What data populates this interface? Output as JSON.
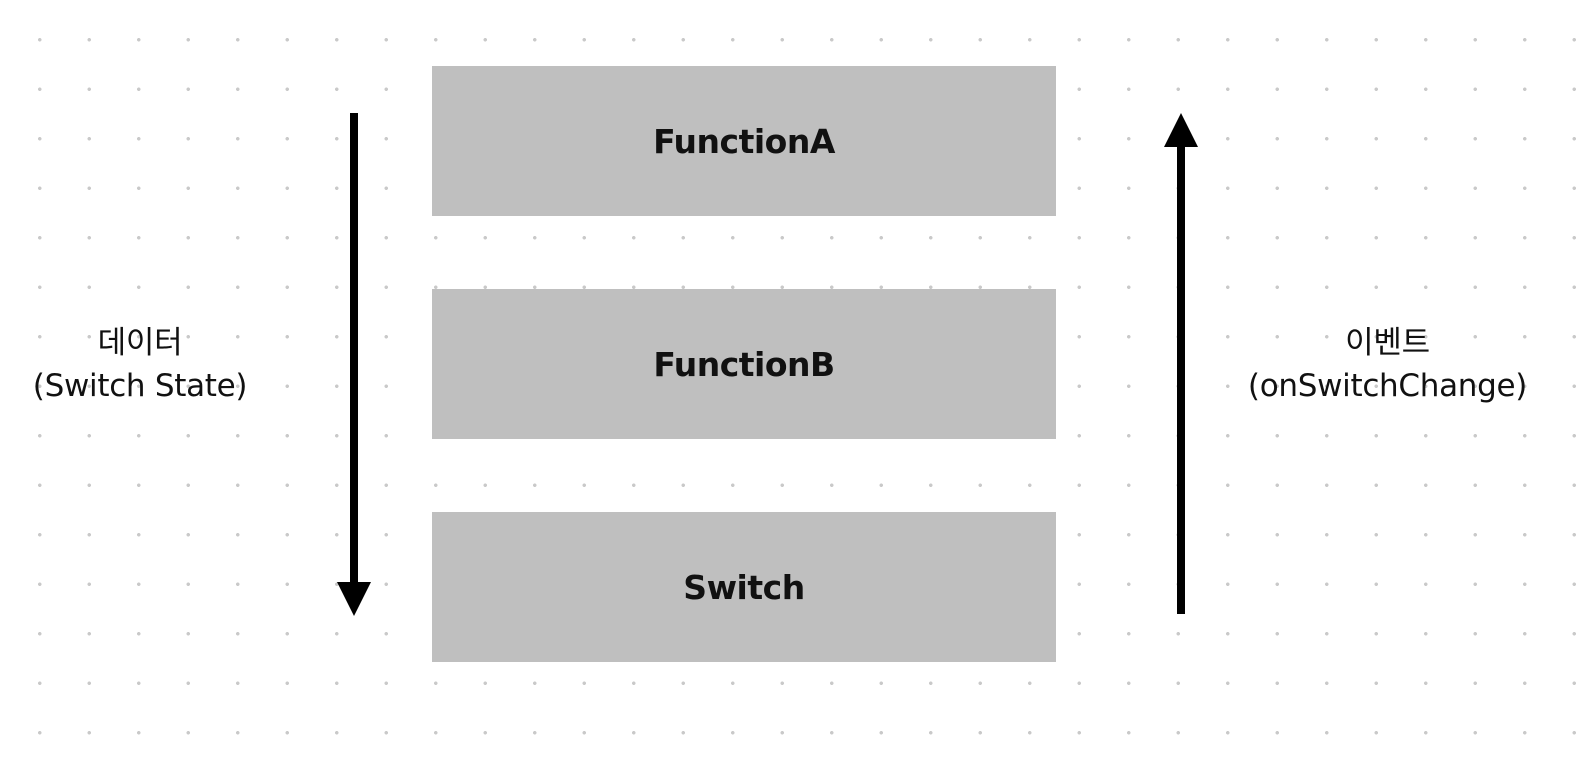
{
  "boxes": {
    "a": "FunctionA",
    "b": "FunctionB",
    "c": "Switch"
  },
  "left_label": {
    "line1": "데이터",
    "line2": "(Switch State)"
  },
  "right_label": {
    "line1": "이벤트",
    "line2": "(onSwitchChange)"
  },
  "colors": {
    "box_fill": "#bfbfbf",
    "arrow": "#000000",
    "text": "#111111",
    "grid_dot": "#c9c9c9"
  }
}
